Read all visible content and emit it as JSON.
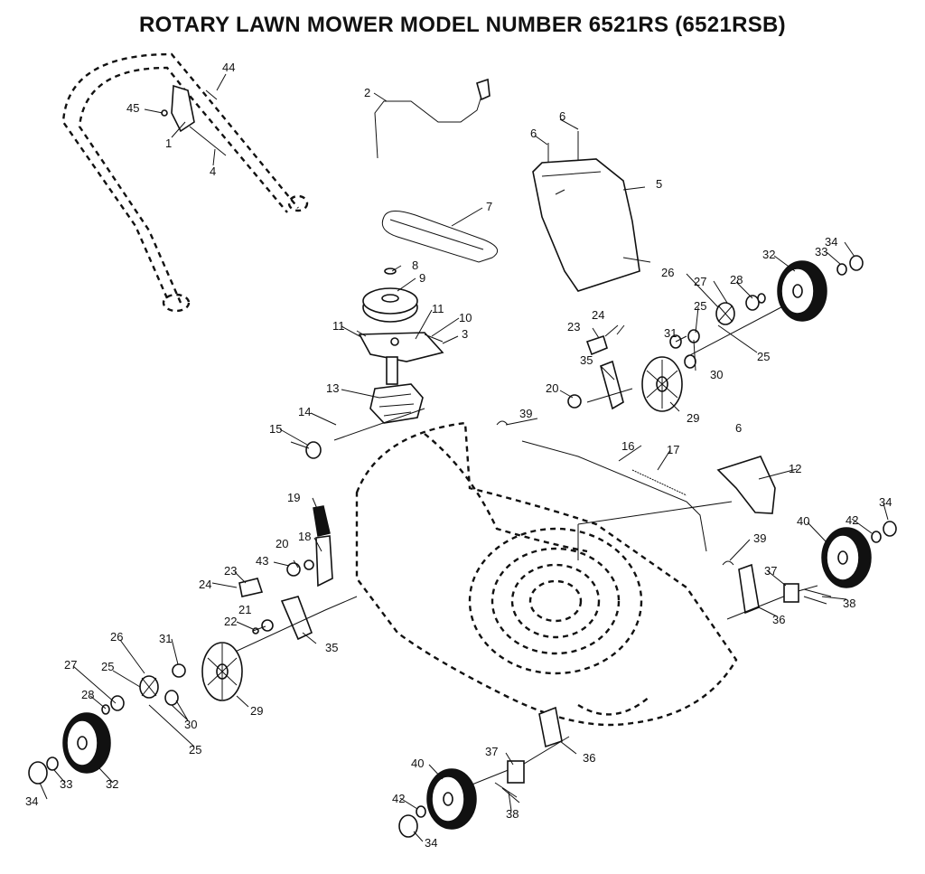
{
  "title": "ROTARY LAWN MOWER MODEL NUMBER 6521RS (6521RSB)",
  "callouts": [
    {
      "id": "c1",
      "text": "1"
    },
    {
      "id": "c2",
      "text": "2"
    },
    {
      "id": "c3",
      "text": "3"
    },
    {
      "id": "c4",
      "text": "4"
    },
    {
      "id": "c5",
      "text": "5"
    },
    {
      "id": "c6a",
      "text": "6"
    },
    {
      "id": "c6b",
      "text": "6"
    },
    {
      "id": "c6c",
      "text": "6"
    },
    {
      "id": "c7",
      "text": "7"
    },
    {
      "id": "c8",
      "text": "8"
    },
    {
      "id": "c9",
      "text": "9"
    },
    {
      "id": "c10",
      "text": "10"
    },
    {
      "id": "c11a",
      "text": "11"
    },
    {
      "id": "c11b",
      "text": "11"
    },
    {
      "id": "c12",
      "text": "12"
    },
    {
      "id": "c13",
      "text": "13"
    },
    {
      "id": "c14",
      "text": "14"
    },
    {
      "id": "c15",
      "text": "15"
    },
    {
      "id": "c16",
      "text": "16"
    },
    {
      "id": "c17",
      "text": "17"
    },
    {
      "id": "c18",
      "text": "18"
    },
    {
      "id": "c19",
      "text": "19"
    },
    {
      "id": "c20a",
      "text": "20"
    },
    {
      "id": "c20b",
      "text": "20"
    },
    {
      "id": "c21",
      "text": "21"
    },
    {
      "id": "c22",
      "text": "22"
    },
    {
      "id": "c23a",
      "text": "23"
    },
    {
      "id": "c23b",
      "text": "23"
    },
    {
      "id": "c24a",
      "text": "24"
    },
    {
      "id": "c24b",
      "text": "24"
    },
    {
      "id": "c25a",
      "text": "25"
    },
    {
      "id": "c25b",
      "text": "25"
    },
    {
      "id": "c25c",
      "text": "25"
    },
    {
      "id": "c25d",
      "text": "25"
    },
    {
      "id": "c26a",
      "text": "26"
    },
    {
      "id": "c26b",
      "text": "26"
    },
    {
      "id": "c27a",
      "text": "27"
    },
    {
      "id": "c27b",
      "text": "27"
    },
    {
      "id": "c28a",
      "text": "28"
    },
    {
      "id": "c28b",
      "text": "28"
    },
    {
      "id": "c29a",
      "text": "29"
    },
    {
      "id": "c29b",
      "text": "29"
    },
    {
      "id": "c30a",
      "text": "30"
    },
    {
      "id": "c30b",
      "text": "30"
    },
    {
      "id": "c31a",
      "text": "31"
    },
    {
      "id": "c31b",
      "text": "31"
    },
    {
      "id": "c32a",
      "text": "32"
    },
    {
      "id": "c32b",
      "text": "32"
    },
    {
      "id": "c33a",
      "text": "33"
    },
    {
      "id": "c33b",
      "text": "33"
    },
    {
      "id": "c34a",
      "text": "34"
    },
    {
      "id": "c34b",
      "text": "34"
    },
    {
      "id": "c34c",
      "text": "34"
    },
    {
      "id": "c34d",
      "text": "34"
    },
    {
      "id": "c35a",
      "text": "35"
    },
    {
      "id": "c35b",
      "text": "35"
    },
    {
      "id": "c36a",
      "text": "36"
    },
    {
      "id": "c36b",
      "text": "36"
    },
    {
      "id": "c37a",
      "text": "37"
    },
    {
      "id": "c37b",
      "text": "37"
    },
    {
      "id": "c38a",
      "text": "38"
    },
    {
      "id": "c38b",
      "text": "38"
    },
    {
      "id": "c39a",
      "text": "39"
    },
    {
      "id": "c39b",
      "text": "39"
    },
    {
      "id": "c40a",
      "text": "40"
    },
    {
      "id": "c40b",
      "text": "40"
    },
    {
      "id": "c42a",
      "text": "42"
    },
    {
      "id": "c42b",
      "text": "42"
    },
    {
      "id": "c43",
      "text": "43"
    },
    {
      "id": "c44",
      "text": "44"
    },
    {
      "id": "c45",
      "text": "45"
    }
  ]
}
